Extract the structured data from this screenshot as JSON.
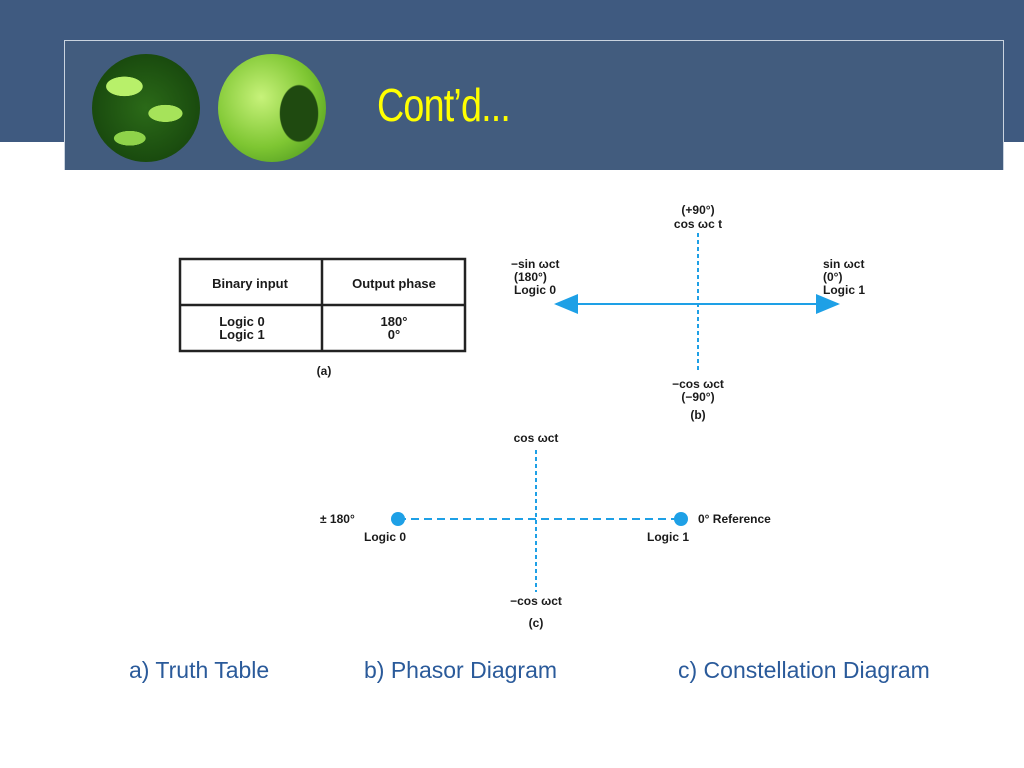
{
  "slide": {
    "title": "Cont’d..."
  },
  "truth_table": {
    "headers": [
      "Binary input",
      "Output phase"
    ],
    "rows": [
      [
        "Logic 0",
        "180°"
      ],
      [
        "Logic 1",
        "0°"
      ]
    ],
    "label": "(a)"
  },
  "phasor": {
    "top": [
      "(+90°)",
      "cos ωc t"
    ],
    "left": [
      "−sin ωct",
      "(180°)",
      "Logic 0"
    ],
    "right": [
      "sin ωct",
      "(0°)",
      "Logic 1"
    ],
    "bottom": [
      "−cos ωct",
      "(−90°)"
    ],
    "label": "(b)"
  },
  "constellation": {
    "top": "cos ωct",
    "left": [
      "± 180°",
      "Logic 0"
    ],
    "right": [
      "0° Reference",
      "Logic 1"
    ],
    "bottom": "−cos ωct",
    "label": "(c)"
  },
  "captions": {
    "a": "a) Truth Table",
    "b": "b) Phasor Diagram",
    "c": "c) Constellation Diagram"
  },
  "colors": {
    "accent": "#1ea0e6",
    "title": "#ffff00",
    "header": "#425c7e"
  }
}
